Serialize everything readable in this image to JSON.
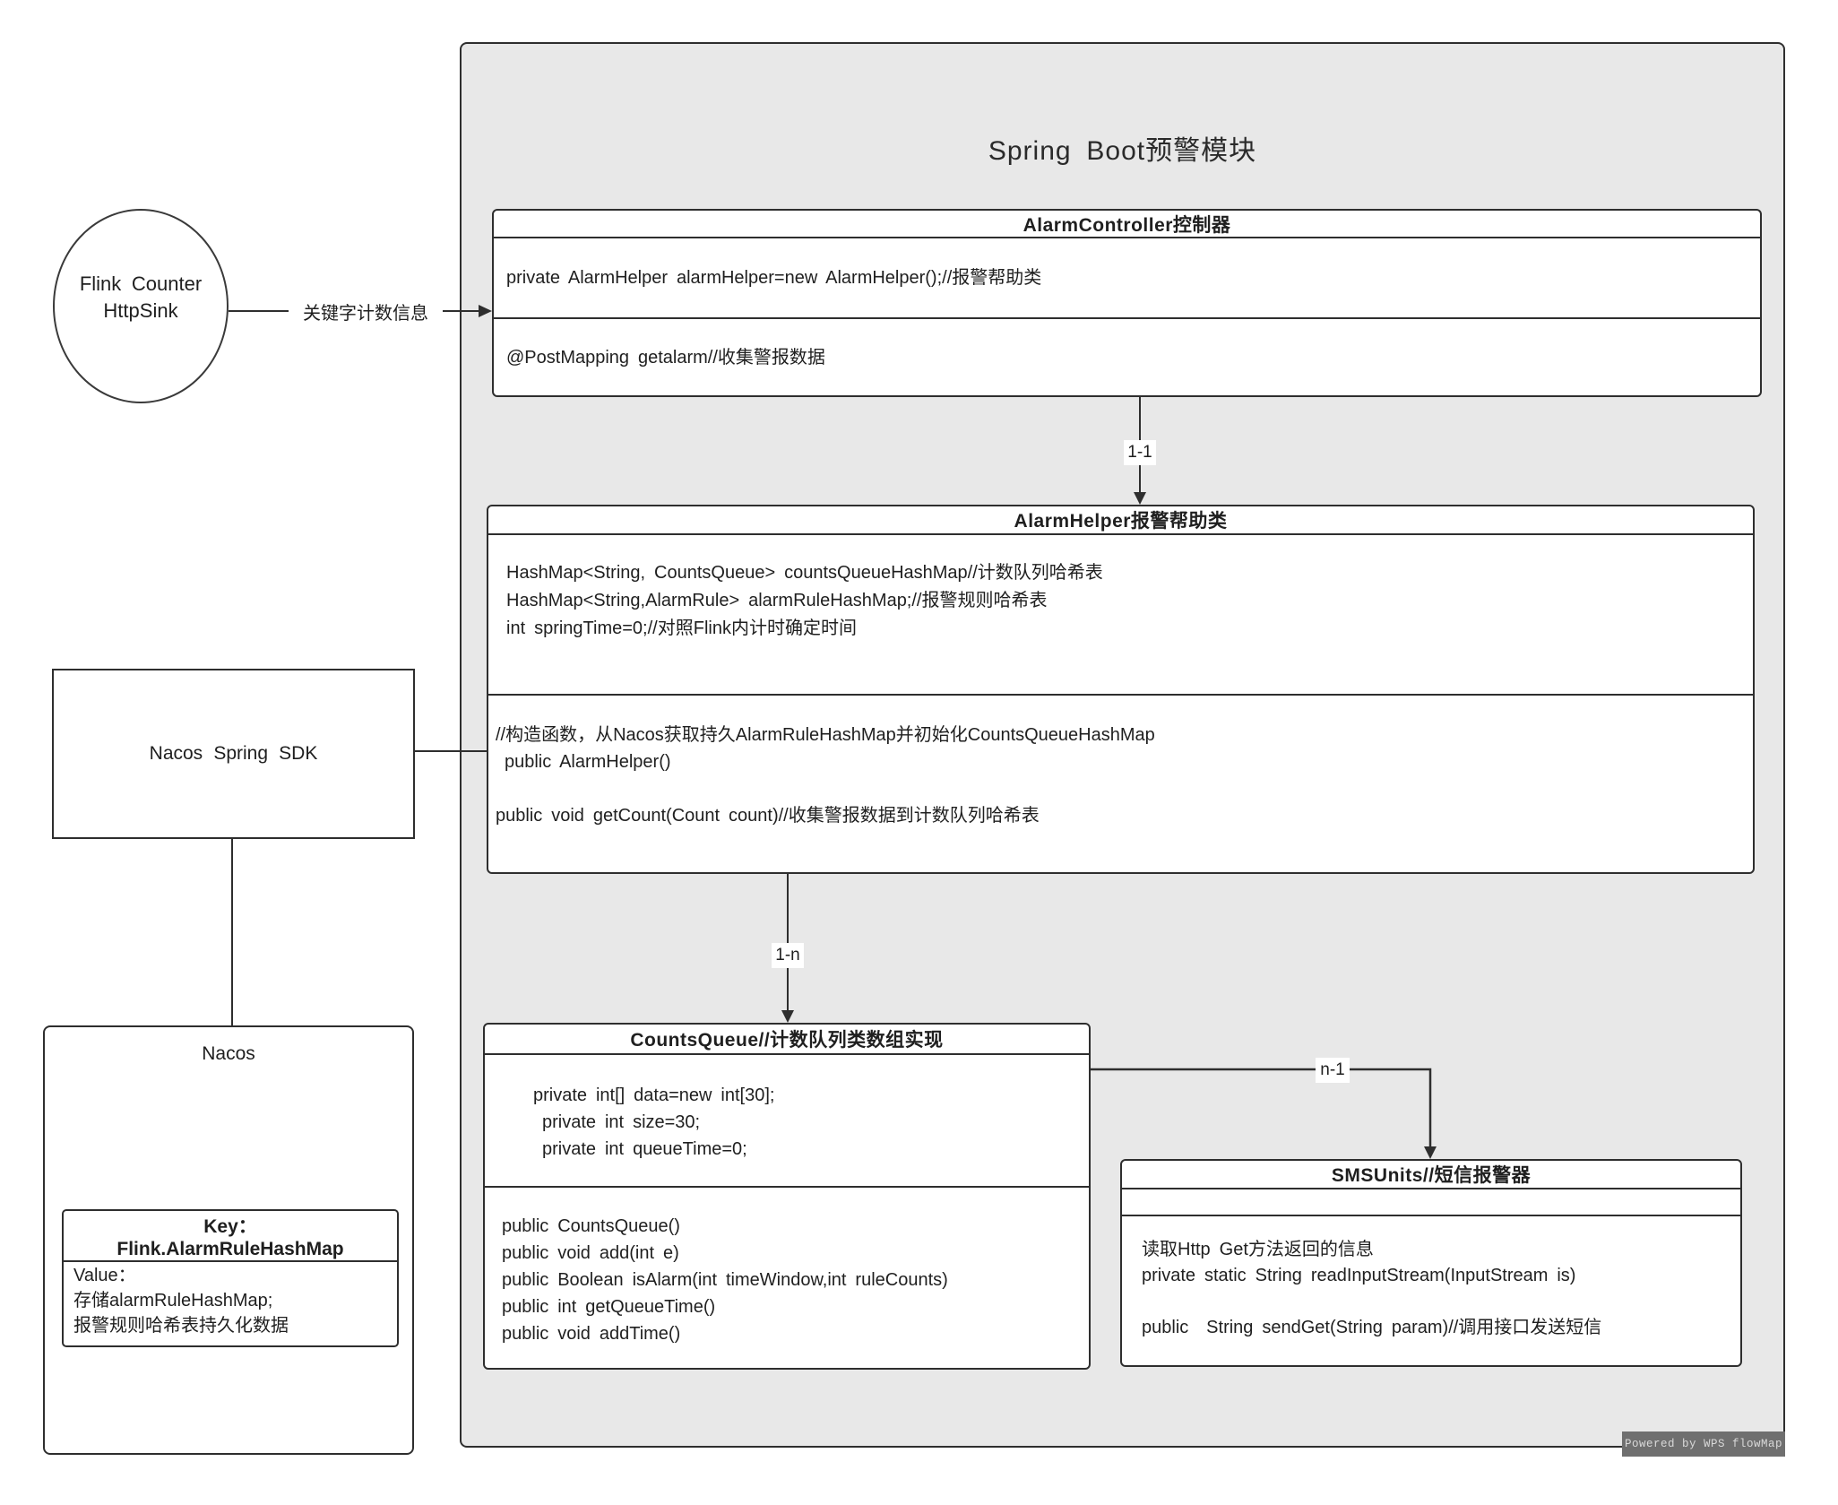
{
  "diagram_title": "Spring Boot预警模块",
  "flink_node": {
    "line1": "Flink Counter",
    "line2": "HttpSink"
  },
  "edge_labels": {
    "flink_to_controller": "关键字计数信息",
    "controller_to_helper": "1-1",
    "helper_to_queue": "1-n",
    "queue_to_sms": "n-1"
  },
  "alarm_controller": {
    "title": "AlarmController控制器",
    "field_line": "private AlarmHelper alarmHelper=new AlarmHelper();//报警帮助类",
    "mapping_line": "@PostMapping getalarm//收集警报数据"
  },
  "alarm_helper": {
    "title": "AlarmHelper报警帮助类",
    "attributes": [
      "HashMap<String, CountsQueue> countsQueueHashMap//计数队列哈希表",
      "HashMap<String,AlarmRule> alarmRuleHashMap;//报警规则哈希表",
      "int springTime=0;//对照Flink内计时确定时间"
    ],
    "methods": [
      "//构造函数，从Nacos获取持久AlarmRuleHashMap并初始化CountsQueueHashMap",
      " public AlarmHelper()",
      "",
      "public void getCount(Count count)//收集警报数据到计数队列哈希表"
    ]
  },
  "counts_queue": {
    "title": "CountsQueue//计数队列类数组实现",
    "attributes": [
      "private int[] data=new int[30];",
      "private int size=30;",
      "private int queueTime=0;"
    ],
    "methods": [
      "public CountsQueue()",
      "public void add(int e)",
      "public Boolean isAlarm(int timeWindow,int ruleCounts)",
      "public int getQueueTime()",
      "public void addTime()"
    ]
  },
  "sms_units": {
    "title": "SMSUnits//短信报警器",
    "methods": [
      "读取Http Get方法返回的信息",
      "private static String readInputStream(InputStream is)",
      "",
      "public  String sendGet(String param)//调用接口发送短信"
    ]
  },
  "nacos_sdk": {
    "label": "Nacos Spring SDK"
  },
  "nacos": {
    "title": "Nacos",
    "key_title": "Key：",
    "key_name": "Flink.AlarmRuleHashMap",
    "value_lines": [
      "Value：",
      "存储alarmRuleHashMap;",
      "报警规则哈希表持久化数据"
    ]
  },
  "watermark": "Powered by WPS flowMap",
  "colors": {
    "module_bg": "#e8e8e8",
    "box_bg": "#ffffff",
    "border": "#2e2e2e",
    "text": "#1f1f1f",
    "watermark_bg": "#6f6f6f",
    "watermark_text": "#d9d9d9"
  }
}
